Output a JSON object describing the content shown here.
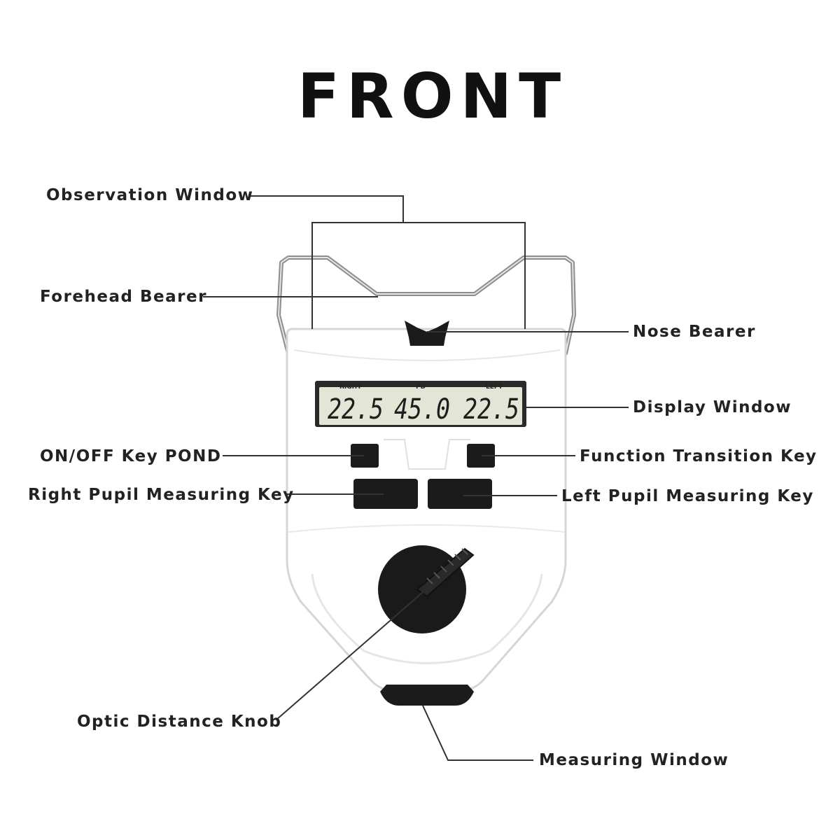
{
  "title": "FRONT",
  "display": {
    "header_right": "RIGHT",
    "header_pd": "PD",
    "header_left": "LEFT",
    "right_value": "22.5",
    "pd_value": "45.0",
    "left_value": "22.5"
  },
  "callouts": {
    "observation_window": "Observation Window",
    "forehead_bearer": "Forehead Bearer",
    "nose_bearer": "Nose Bearer",
    "display_window": "Display Window",
    "on_off_key": "ON/OFF Key POND",
    "function_key": "Function Transition Key",
    "right_pupil_key": "Right Pupil Measuring Key",
    "left_pupil_key": "Left Pupil Measuring Key",
    "optic_knob": "Optic Distance Knob",
    "measuring_window": "Measuring Window"
  },
  "colors": {
    "body": "#ffffff",
    "body_edge": "#d8d8d8",
    "lcd_bg": "#e4e6d8",
    "key": "#1b1b1b",
    "wire": "#9a9a9a"
  }
}
